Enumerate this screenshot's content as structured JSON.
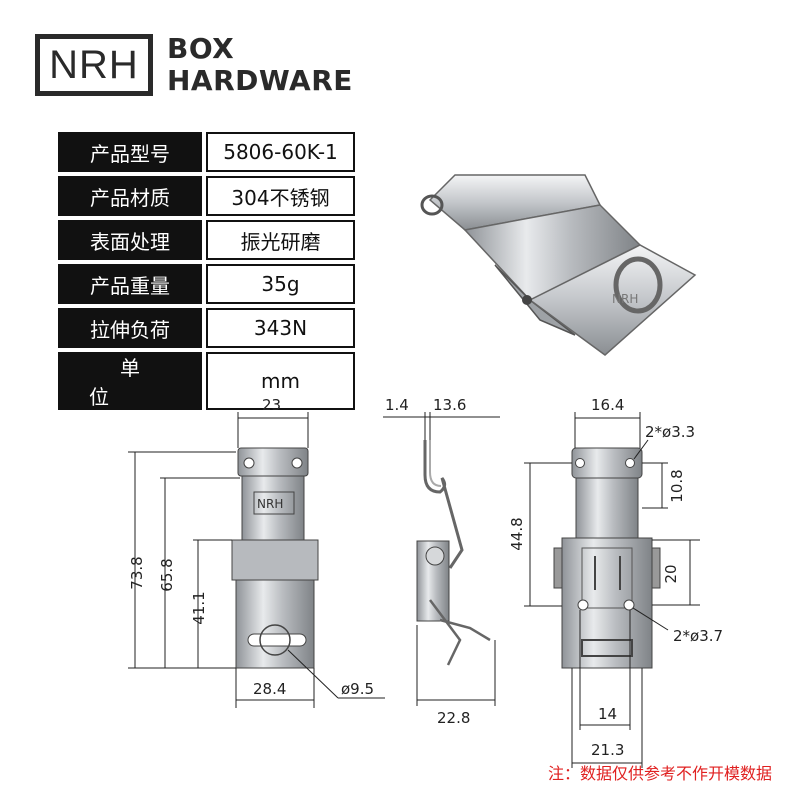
{
  "brand": {
    "logo_text": "NRH",
    "line1": "BOX",
    "line2": "HARDWARE"
  },
  "specs": [
    {
      "key": "产品型号",
      "value": "5806-60K-1"
    },
    {
      "key": "产品材质",
      "value": "304不锈钢"
    },
    {
      "key": "表面处理",
      "value": "振光研磨"
    },
    {
      "key": "产品重量",
      "value": "35g"
    },
    {
      "key": "拉伸负荷",
      "value": "343N"
    },
    {
      "key": "单位",
      "value": "mm"
    }
  ],
  "front_view": {
    "width_top": "23",
    "h_total": "73.8",
    "h_mid": "65.8",
    "h_low": "41.1",
    "width_bottom": "28.4",
    "hole": "ø9.5",
    "plate_logo": "NRH"
  },
  "side_view": {
    "t1": "1.4",
    "t2": "13.6",
    "depth": "22.8"
  },
  "back_view": {
    "width_top": "16.4",
    "holes_top": "2*ø3.3",
    "h_top": "10.8",
    "h_main": "44.8",
    "h_base": "20",
    "holes_base": "2*ø3.7",
    "w_inner": "14",
    "w_base": "21.3"
  },
  "note": "注：数据仅供参考不作开模数据",
  "colors": {
    "metal": "#c9ccd0",
    "metal_dark": "#8e9296",
    "ink": "#222222",
    "note": "#e02020"
  }
}
